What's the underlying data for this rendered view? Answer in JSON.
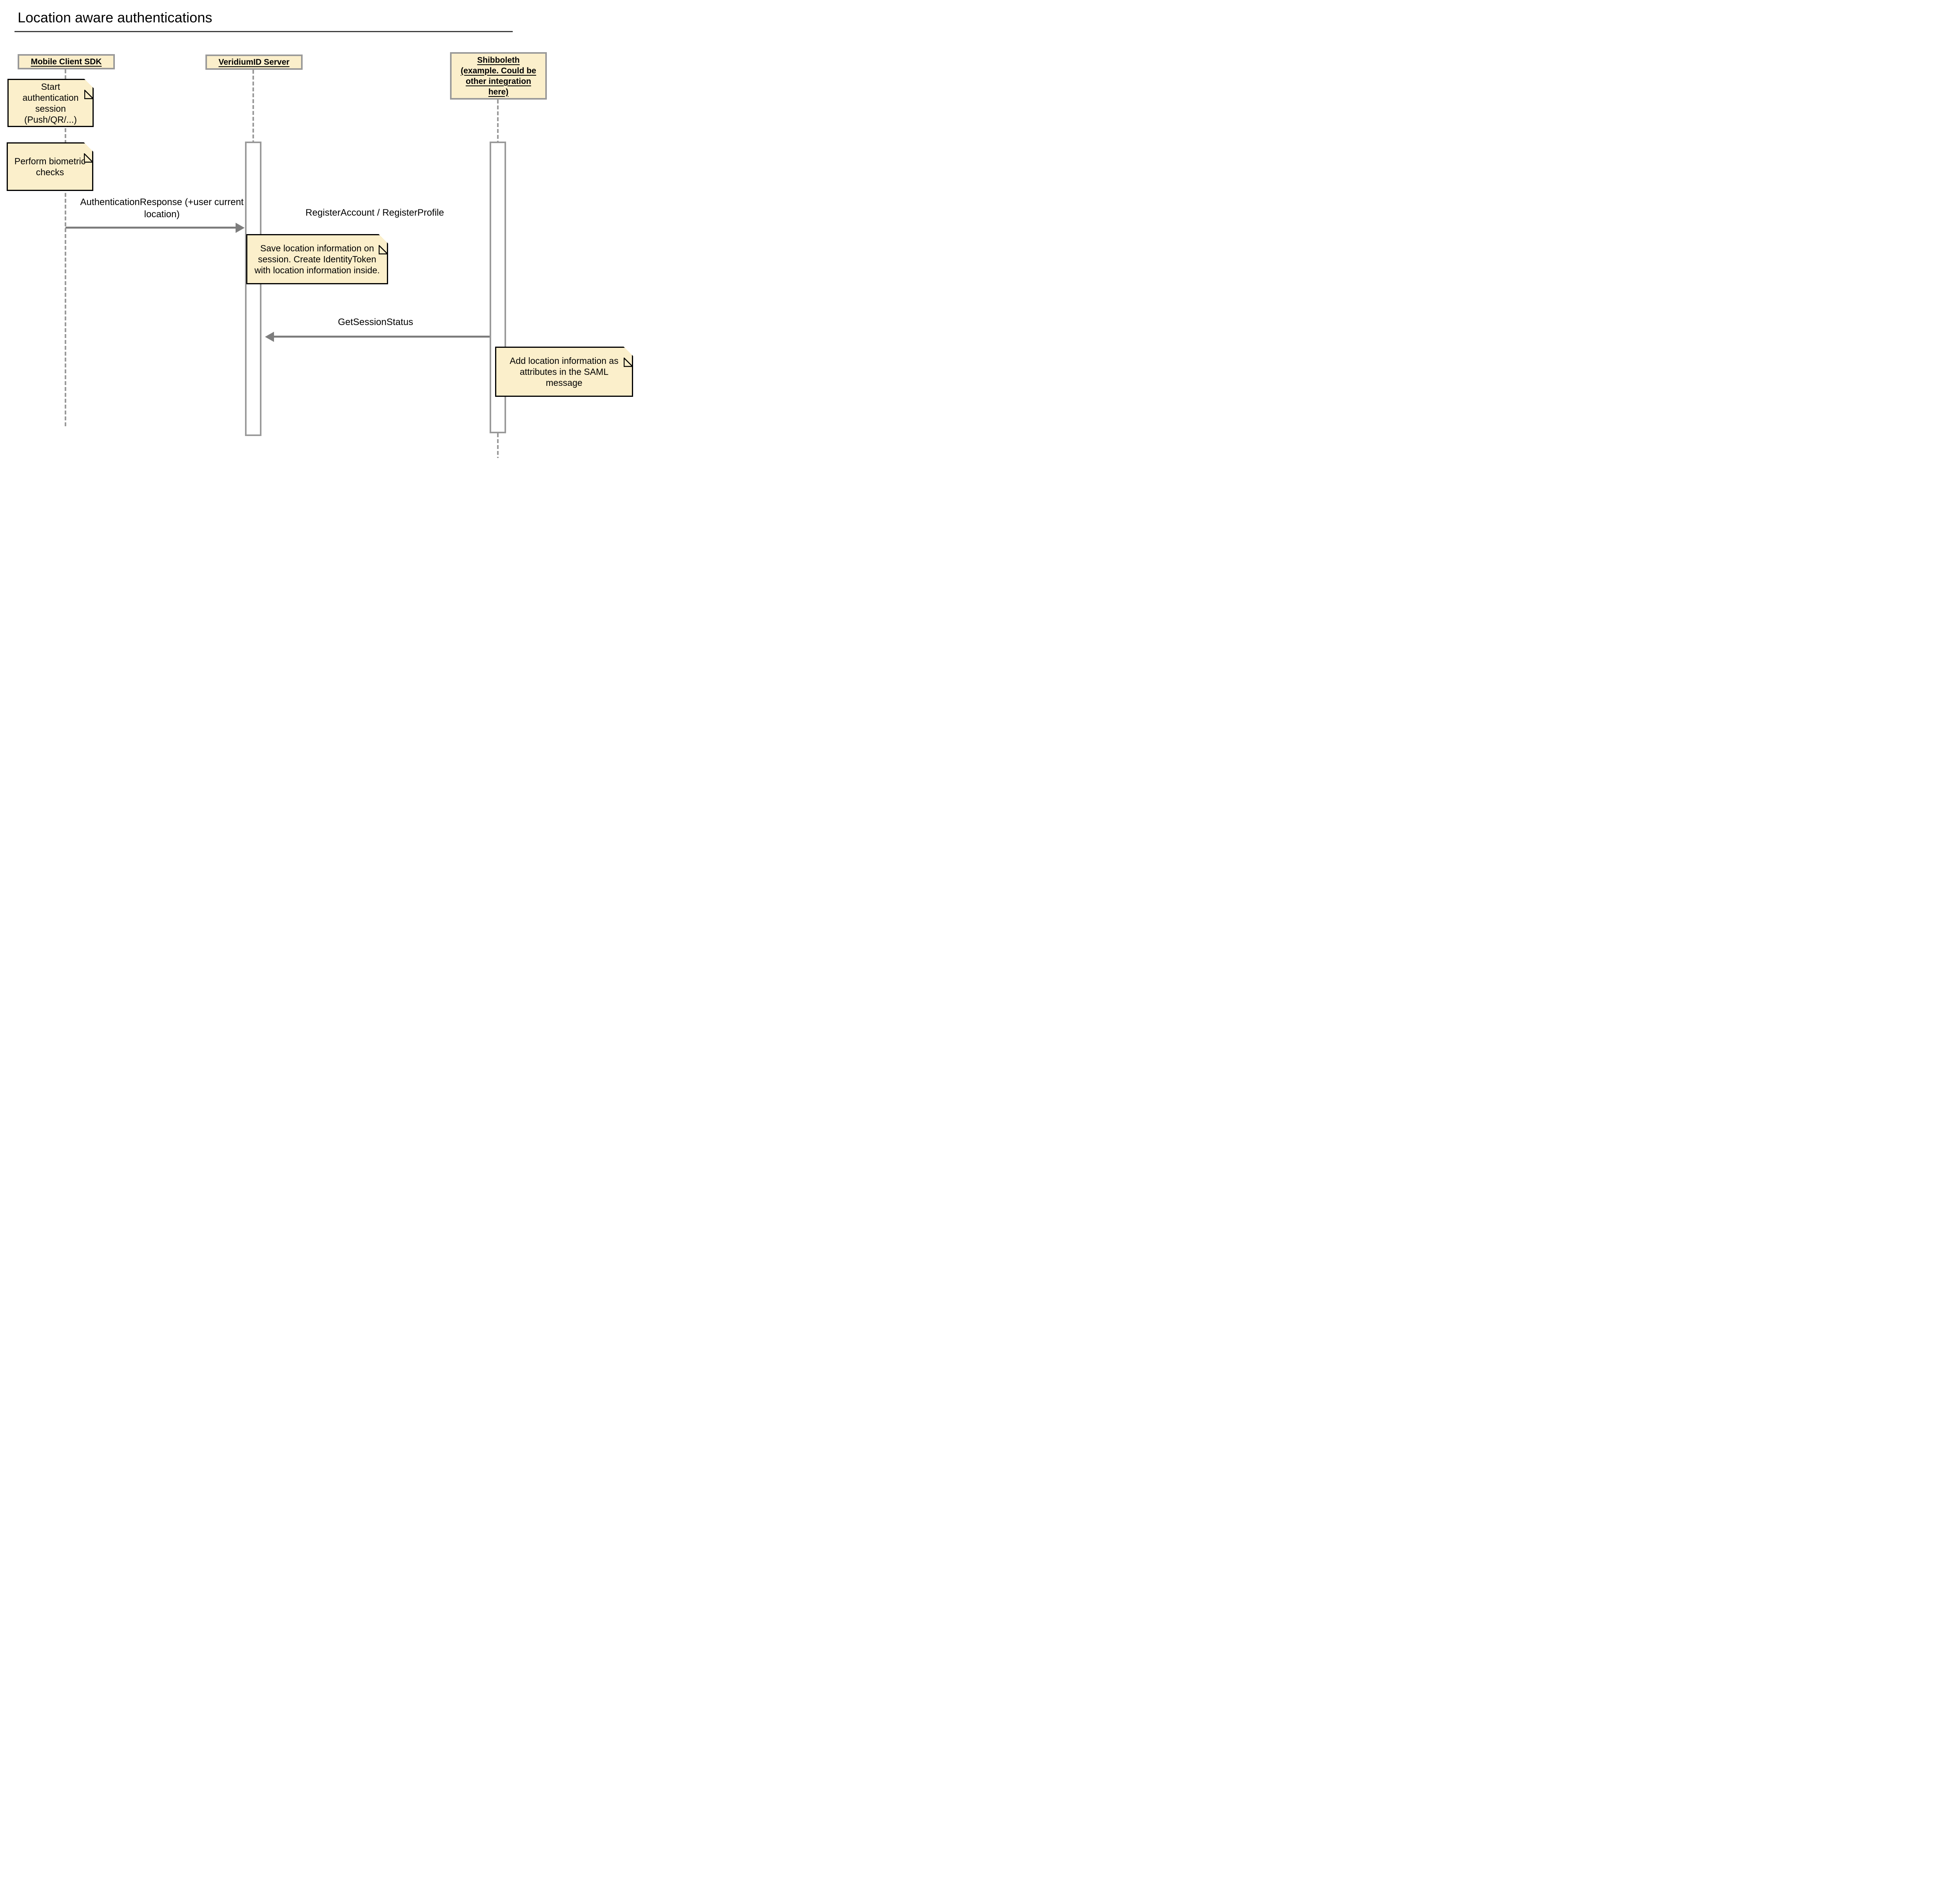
{
  "title": "Location aware authentications",
  "actors": [
    {
      "id": "mobile",
      "label": "Mobile Client SDK"
    },
    {
      "id": "veridium",
      "label": "VeridiumID Server"
    },
    {
      "id": "shibboleth",
      "label": "Shibboleth\n(example. Could be\nother integration\nhere)"
    }
  ],
  "notes": [
    {
      "over": "mobile",
      "text": "Start\nauthentication\nsession\n(Push/QR/...)"
    },
    {
      "over": "mobile",
      "text": "Perform biometric\nchecks"
    },
    {
      "over": "veridium",
      "text": "Save location information on\nsession. Create IdentityToken\nwith location information inside."
    },
    {
      "over": "shibboleth",
      "text": "Add location information as\nattributes in the SAML\nmessage"
    }
  ],
  "messages": [
    {
      "label": "AuthenticationResponse (+user current\nlocation)",
      "from": "mobile",
      "to": "veridium",
      "direction": "right"
    },
    {
      "label": "RegisterAccount / RegisterProfile",
      "from": "shibboleth",
      "to": "veridium",
      "direction": "none"
    },
    {
      "label": "GetSessionStatus",
      "from": "shibboleth",
      "to": "veridium",
      "direction": "left"
    }
  ],
  "colors": {
    "note_fill": "#fbefcb",
    "note_border": "#000000",
    "actor_border": "#999999",
    "lifeline": "#999999",
    "activation_fill": "#ffffff",
    "arrow": "#7d7d7d",
    "title_rule": "#3c3c3c"
  }
}
